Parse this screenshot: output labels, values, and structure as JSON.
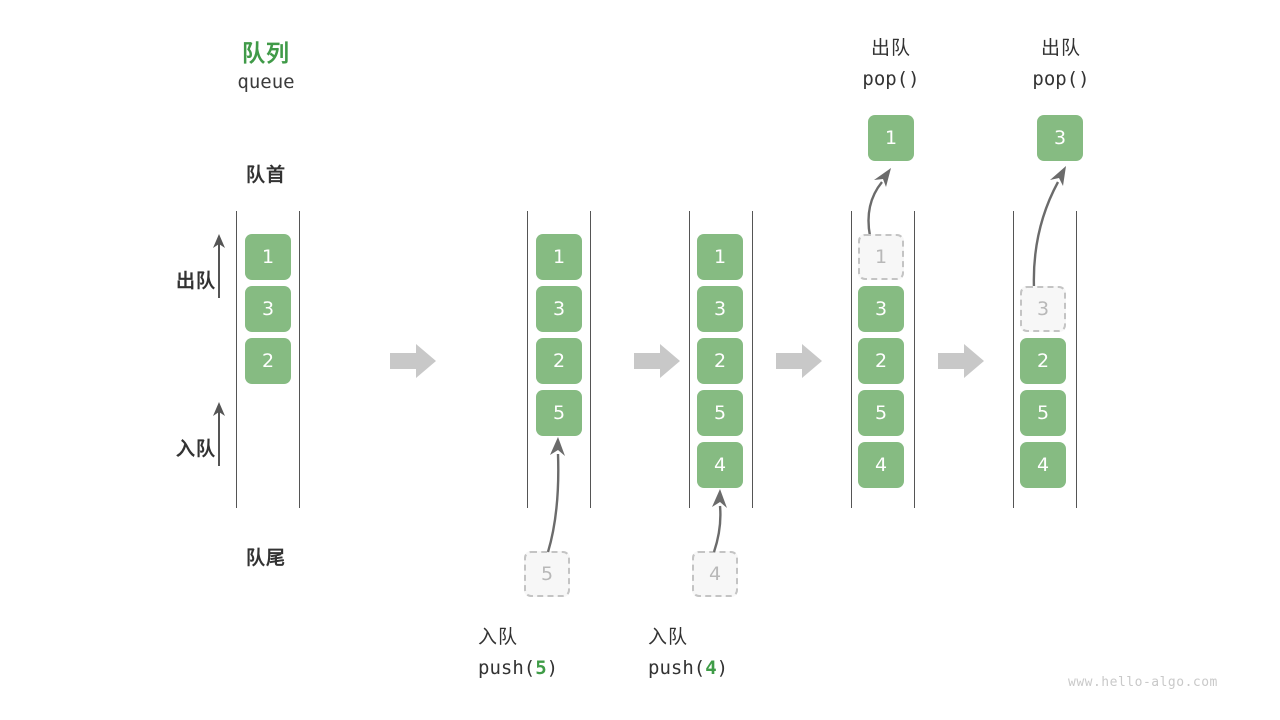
{
  "diagram": {
    "title_cn": "队列",
    "title_en": "queue",
    "head_label": "队首",
    "tail_label": "队尾",
    "dequeue_label": "出队",
    "enqueue_label": "入队",
    "watermark": "www.hello-algo.com",
    "colors": {
      "cell_fill": "#86bb82",
      "cell_text": "#ffffff",
      "ghost_fill": "#f7f7f7",
      "ghost_border": "#c4c4c4",
      "ghost_text": "#b8b8b8",
      "rail": "#555555",
      "arrow_gray": "#c8c8c8",
      "curve_arrow": "#6b6b6b",
      "title_green": "#409a48",
      "text_dark": "#333333",
      "watermark": "#c9c9c9"
    }
  },
  "axis_labels": {
    "dequeue": "出队",
    "enqueue": "入队"
  },
  "chart_data": {
    "type": "diagram",
    "title": "队列 queue",
    "states": [
      {
        "id": "state-1",
        "op_cn": "",
        "op_code": "",
        "cells": [
          {
            "value": "1",
            "style": "filled"
          },
          {
            "value": "3",
            "style": "filled"
          },
          {
            "value": "2",
            "style": "filled"
          }
        ],
        "popped": null,
        "incoming": null
      },
      {
        "id": "state-2",
        "op_cn": "入队",
        "op_code": "push(5)",
        "op_arg": "5",
        "cells": [
          {
            "value": "1",
            "style": "filled"
          },
          {
            "value": "3",
            "style": "filled"
          },
          {
            "value": "2",
            "style": "filled"
          },
          {
            "value": "5",
            "style": "filled"
          }
        ],
        "popped": null,
        "incoming": {
          "value": "5",
          "style": "ghost"
        }
      },
      {
        "id": "state-3",
        "op_cn": "入队",
        "op_code": "push(4)",
        "op_arg": "4",
        "cells": [
          {
            "value": "1",
            "style": "filled"
          },
          {
            "value": "3",
            "style": "filled"
          },
          {
            "value": "2",
            "style": "filled"
          },
          {
            "value": "5",
            "style": "filled"
          },
          {
            "value": "4",
            "style": "filled"
          }
        ],
        "popped": null,
        "incoming": {
          "value": "4",
          "style": "ghost"
        }
      },
      {
        "id": "state-4",
        "op_cn": "出队",
        "op_code": "pop()",
        "cells": [
          {
            "value": "1",
            "style": "ghost"
          },
          {
            "value": "3",
            "style": "filled"
          },
          {
            "value": "2",
            "style": "filled"
          },
          {
            "value": "5",
            "style": "filled"
          },
          {
            "value": "4",
            "style": "filled"
          }
        ],
        "popped": {
          "value": "1",
          "style": "filled"
        },
        "incoming": null
      },
      {
        "id": "state-5",
        "op_cn": "出队",
        "op_code": "pop()",
        "cells": [
          {
            "value": "3",
            "style": "ghost"
          },
          {
            "value": "2",
            "style": "filled"
          },
          {
            "value": "5",
            "style": "filled"
          },
          {
            "value": "4",
            "style": "filled"
          }
        ],
        "popped": {
          "value": "3",
          "style": "filled"
        },
        "incoming": null,
        "slot_offset": 1
      }
    ],
    "transitions": [
      "arrow",
      "arrow",
      "arrow",
      "arrow"
    ]
  }
}
